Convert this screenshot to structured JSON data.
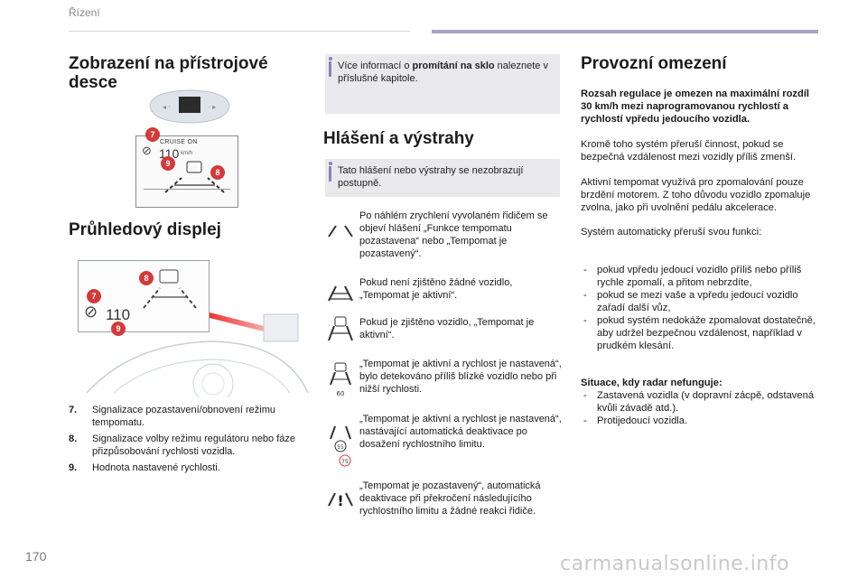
{
  "header": {
    "chapter": "Řízení"
  },
  "left": {
    "section1_title": "Zobrazení na přístrojové desce",
    "section2_title": "Průhledový displej",
    "cluster": {
      "cruise": "CRUISE ON",
      "speed": "110",
      "unit": "km/h"
    },
    "hud": {
      "speed": "110"
    },
    "legend": [
      {
        "num": "7.",
        "text": "Signalizace pozastavení/obnovení režimu tempomatu."
      },
      {
        "num": "8.",
        "text": "Signalizace volby režimu regulátoru nebo fáze přizpůsobování rychlosti vozidla."
      },
      {
        "num": "9.",
        "text": "Hodnota nastavené rychlosti."
      }
    ],
    "badges": {
      "b7": "7",
      "b8": "8",
      "b9": "9"
    }
  },
  "middle": {
    "info1_pre": "Více informací o ",
    "info1_bold": "promítání na sklo",
    "info1_post": " naleznete v příslušné kapitole.",
    "section_title": "Hlášení a výstrahy",
    "info2": "Tato hlášení nebo výstrahy se nezobrazují postupně.",
    "messages": [
      "Po náhlém zrychlení vyvolaném řidičem se objeví hlášení „Funkce tempomatu pozastavena“ nebo „Tempomat je pozastavený“.",
      "Pokud není zjištěno žádné vozidlo, „Tempomat je aktivní“.",
      "Pokud je zjištěno vozidlo, „Tempomat je aktivní“.",
      "„Tempomat je aktivní a rychlost je nastavená“, bylo detekováno příliš blízké vozidlo nebo při nižší rychlosti.",
      "„Tempomat je aktivní a rychlost je nastavená“, nastávající automatická deaktivace po dosažení rychlostního limitu.",
      "„Tempomat je pozastavený“, automatická deaktivace při překročení následujícího rychlostního limitu a žádné reakci řidiče."
    ],
    "icon_labels": {
      "sign60": "60",
      "sign55": "55",
      "sign75": "75",
      "warn": "!"
    }
  },
  "right": {
    "title": "Provozní omezení",
    "bold_para": "Rozsah regulace je omezen na maximální rozdíl 30 km/h mezi naprogramovanou rychlostí a rychlostí vpředu jedoucího vozidla.",
    "para1": "Kromě toho systém přeruší činnost, pokud se bezpečná vzdálenost mezi vozidly příliš zmenší.",
    "para2": "Aktivní tempomat využívá pro zpomalování pouze brzdění motorem. Z toho důvodu vozidlo zpomaluje zvolna, jako při uvolnění pedálu akcelerace.",
    "para3": "Systém automaticky přeruší svou funkci:",
    "bullets1": [
      "pokud vpředu jedoucí vozidlo příliš nebo příliš rychle zpomalí, a přitom nebrzdíte,",
      "pokud se mezi vaše a vpředu jedoucí vozidlo zařadí další vůz,",
      "pokud systém nedokáže zpomalovat dostatečně, aby udržel bezpečnou vzdálenost, například v prudkém klesání."
    ],
    "sub_title": "Situace, kdy radar nefunguje:",
    "bullets2": [
      "Zastavená vozidla (v dopravní zácpě, odstavená kvůli závadě atd.).",
      "Protijedoucí vozidla."
    ]
  },
  "footer": {
    "page": "170",
    "watermark": "carmanualsonline.info"
  }
}
